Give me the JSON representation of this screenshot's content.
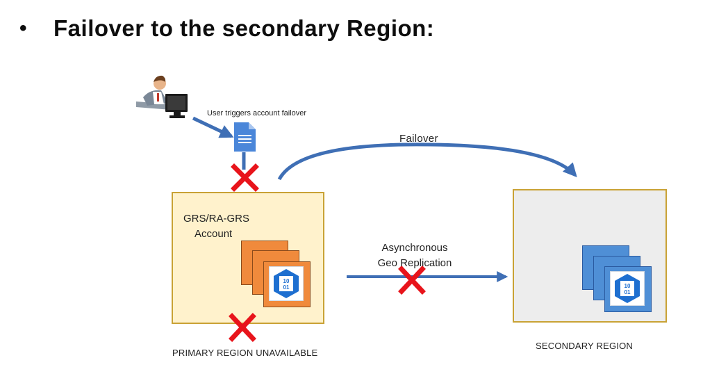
{
  "slide": {
    "bullet": "•",
    "title": "Failover to the secondary Region:"
  },
  "diagram": {
    "user_action_label": "User triggers account failover",
    "failover_label": "Failover",
    "replication_label_line1": "Asynchronous",
    "replication_label_line2": "Geo Replication",
    "primary": {
      "account_label_line1": "GRS/RA-GRS",
      "account_label_line2": "Account",
      "caption": "PRIMARY REGION UNAVAILABLE"
    },
    "secondary": {
      "caption": "SECONDARY REGION"
    },
    "storage_icon_text_top": "10",
    "storage_icon_text_bottom": "01",
    "colors": {
      "arrow": "#3f6fb5",
      "cross": "#e8141b",
      "primary_fill": "#fff2cc",
      "secondary_fill": "#ededed",
      "region_border": "#c9a235",
      "orange_card": "#f08a3c",
      "blue_card": "#4f8fd6",
      "storage_hexagon": "#1e6fd0"
    },
    "icons": [
      "user-at-computer-icon",
      "document-icon",
      "storage-account-icon",
      "cross-mark-icon"
    ]
  }
}
